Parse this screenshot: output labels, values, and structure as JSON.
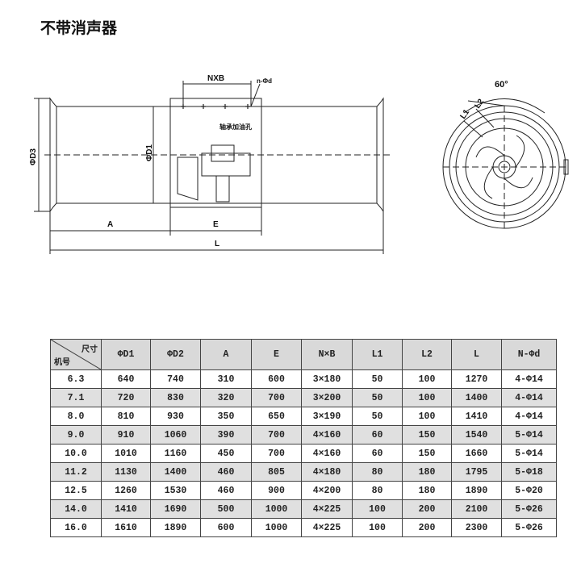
{
  "title": "不带消声器",
  "diagram": {
    "nxb": "NXB",
    "n_d": "n-Φd",
    "oil_hole": "轴承加油孔",
    "d1": "ΦD1",
    "d3": "ΦD3",
    "a": "A",
    "e": "E",
    "l": "L",
    "angle": "60°",
    "l1": "L1",
    "l2": "L2"
  },
  "table": {
    "corner_top": "尺寸",
    "corner_bottom": "机号",
    "headers": [
      "ΦD1",
      "ΦD2",
      "A",
      "E",
      "N×B",
      "L1",
      "L2",
      "L",
      "N-Φd"
    ],
    "rows": [
      [
        "6.3",
        "640",
        "740",
        "310",
        "600",
        "3×180",
        "50",
        "100",
        "1270",
        "4-Φ14"
      ],
      [
        "7.1",
        "720",
        "830",
        "320",
        "700",
        "3×200",
        "50",
        "100",
        "1400",
        "4-Φ14"
      ],
      [
        "8.0",
        "810",
        "930",
        "350",
        "650",
        "3×190",
        "50",
        "100",
        "1410",
        "4-Φ14"
      ],
      [
        "9.0",
        "910",
        "1060",
        "390",
        "700",
        "4×160",
        "60",
        "150",
        "1540",
        "5-Φ14"
      ],
      [
        "10.0",
        "1010",
        "1160",
        "450",
        "700",
        "4×160",
        "60",
        "150",
        "1660",
        "5-Φ14"
      ],
      [
        "11.2",
        "1130",
        "1400",
        "460",
        "805",
        "4×180",
        "80",
        "180",
        "1795",
        "5-Φ18"
      ],
      [
        "12.5",
        "1260",
        "1530",
        "460",
        "900",
        "4×200",
        "80",
        "180",
        "1890",
        "5-Φ20"
      ],
      [
        "14.0",
        "1410",
        "1690",
        "500",
        "1000",
        "4×225",
        "100",
        "200",
        "2100",
        "5-Φ26"
      ],
      [
        "16.0",
        "1610",
        "1890",
        "600",
        "1000",
        "4×225",
        "100",
        "200",
        "2300",
        "5-Φ26"
      ]
    ]
  }
}
